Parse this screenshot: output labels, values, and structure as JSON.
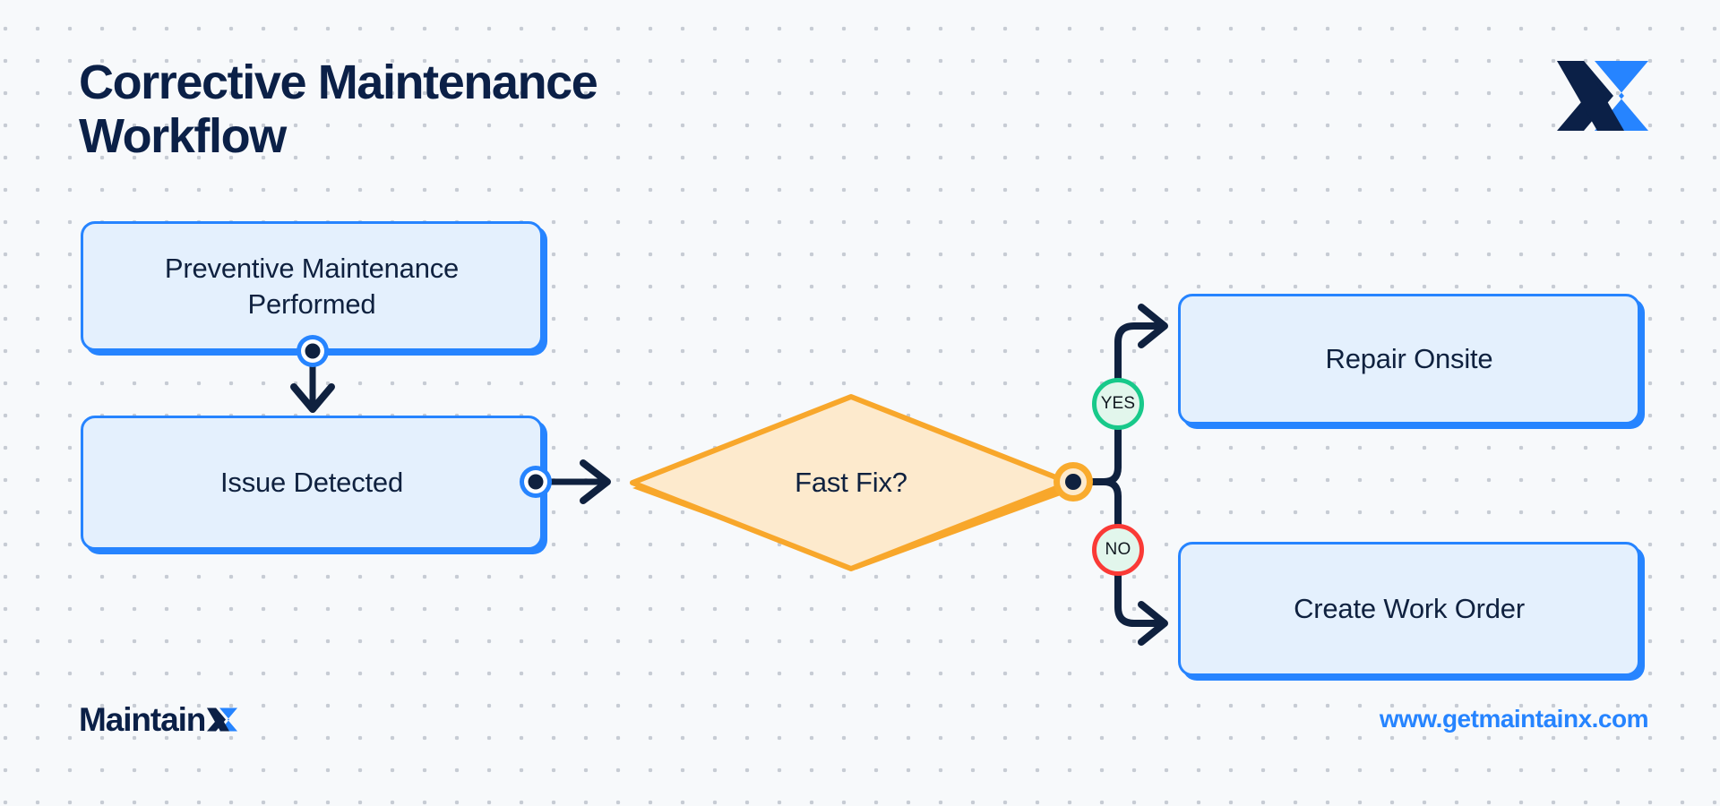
{
  "page": {
    "title": "Corrective Maintenance\nWorkflow",
    "background_color": "#f7f9fb",
    "dot_color": "#c7ccd4"
  },
  "brand": {
    "logo_icon": "maintainx-x-logo-icon",
    "wordmark_text": "Maintain",
    "wordmark_x_icon": "maintainx-x-logo-icon",
    "url": "www.getmaintainx.com",
    "navy": "#0b2047",
    "blue": "#2684ff"
  },
  "chart_data": {
    "type": "diagram",
    "subtype": "flowchart",
    "title": "Corrective Maintenance Workflow",
    "nodes": [
      {
        "id": "pm",
        "label": "Preventive Maintenance\nPerformed",
        "shape": "rounded-rect",
        "fill": "#e4f0fd",
        "stroke": "#2684ff"
      },
      {
        "id": "issue",
        "label": "Issue Detected",
        "shape": "rounded-rect",
        "fill": "#e4f0fd",
        "stroke": "#2684ff"
      },
      {
        "id": "fastfix",
        "label": "Fast Fix?",
        "shape": "diamond",
        "fill": "#fdeacd",
        "stroke": "#f8a72b"
      },
      {
        "id": "repair",
        "label": "Repair Onsite",
        "shape": "rounded-rect",
        "fill": "#e4f0fd",
        "stroke": "#2684ff"
      },
      {
        "id": "wo",
        "label": "Create Work Order",
        "shape": "rounded-rect",
        "fill": "#e4f0fd",
        "stroke": "#2684ff"
      }
    ],
    "edges": [
      {
        "from": "pm",
        "to": "issue",
        "label": "",
        "direction": "down"
      },
      {
        "from": "issue",
        "to": "fastfix",
        "label": "",
        "direction": "right"
      },
      {
        "from": "fastfix",
        "to": "repair",
        "label": "YES",
        "direction": "up-right",
        "label_color": "#18c98a"
      },
      {
        "from": "fastfix",
        "to": "wo",
        "label": "NO",
        "direction": "down-right",
        "label_color": "#fa3a36"
      }
    ],
    "edge_color": "#0f213f"
  },
  "flow": {
    "boxes": {
      "pm": "Preventive Maintenance\nPerformed",
      "issue": "Issue Detected",
      "repair": "Repair Onsite",
      "work_order": "Create Work Order"
    },
    "decision": "Fast Fix?",
    "badges": {
      "yes": "YES",
      "no": "NO"
    }
  }
}
